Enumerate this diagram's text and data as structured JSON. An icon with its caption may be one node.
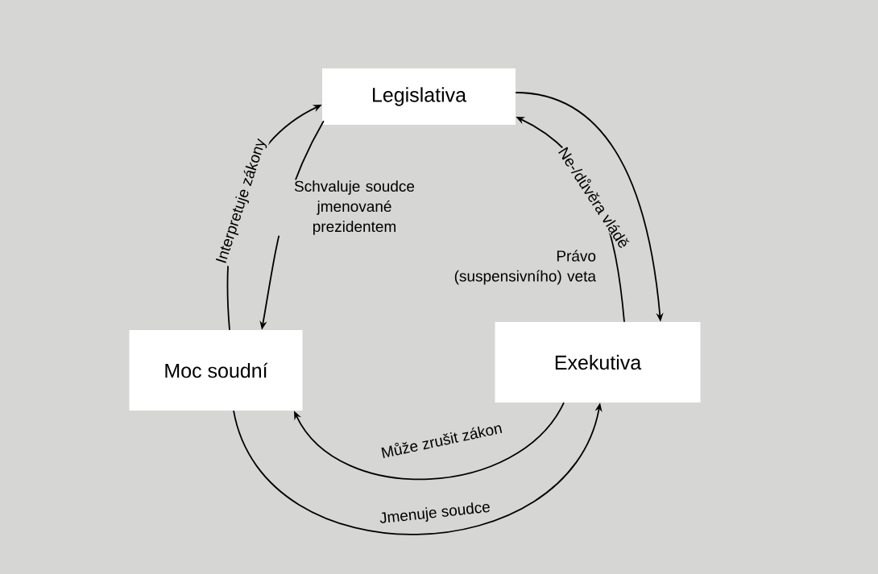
{
  "diagram": {
    "nodes": [
      {
        "text": [
          "Legislativa"
        ]
      },
      {
        "text": [
          "Moc soudní"
        ]
      },
      {
        "text": [
          "Exekutiva"
        ]
      }
    ],
    "edges": [
      {
        "from": 1,
        "to": 0,
        "arrow": "to",
        "label": "Interpretuje zákony"
      },
      {
        "from": 0,
        "to": 1,
        "arrow": "to",
        "label": "Schvaluje soudce jmenované prezidentem"
      },
      {
        "from": 0,
        "to": 2,
        "arrow": "to",
        "label": "Ne-/důvěra vládě"
      },
      {
        "from": 2,
        "to": 0,
        "arrow": "to",
        "label": "Právo (suspensivního) veta"
      },
      {
        "from": 2,
        "to": 1,
        "arrow": "to",
        "label": "Může zrušit zákon"
      },
      {
        "from": 1,
        "to": 2,
        "arrow": "to",
        "label": "Jmenuje soudce"
      }
    ]
  }
}
